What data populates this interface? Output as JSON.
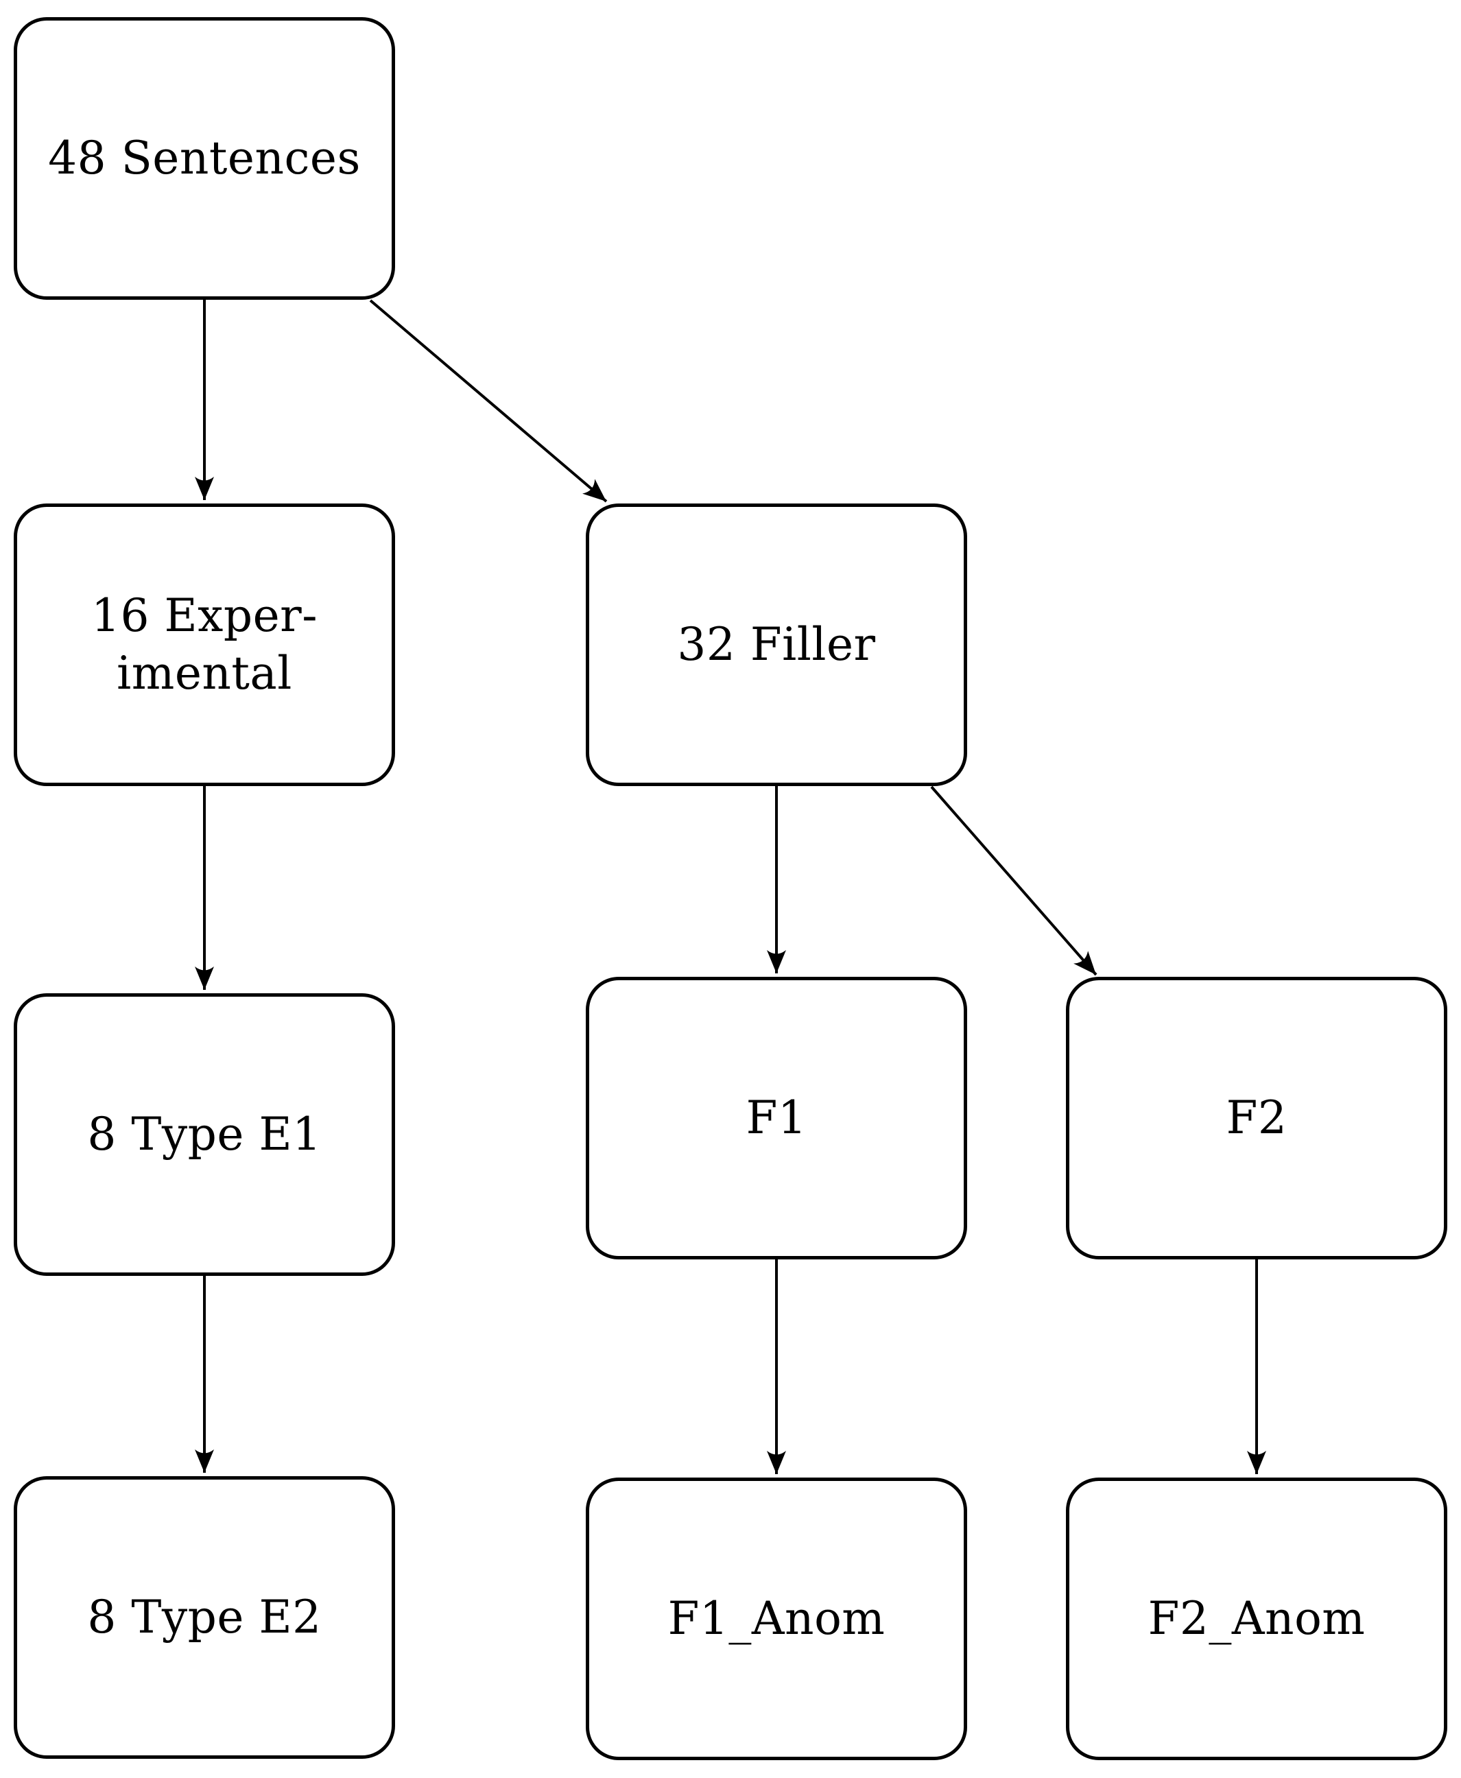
{
  "diagram": {
    "title": "Sentence stimulus composition flowchart",
    "colors": {
      "border": "#000000",
      "background": "#ffffff",
      "text": "#000000",
      "arrow": "#000000"
    },
    "nodes": [
      {
        "id": "sentences",
        "label": "48 Sentences"
      },
      {
        "id": "experimental",
        "label": "16 Exper-\nimental"
      },
      {
        "id": "filler",
        "label": "32 Filler"
      },
      {
        "id": "type-e1",
        "label": "8 Type E1"
      },
      {
        "id": "f1",
        "label": "F1"
      },
      {
        "id": "f2",
        "label": "F2"
      },
      {
        "id": "type-e2",
        "label": "8 Type E2"
      },
      {
        "id": "f1-anom",
        "label": "F1_Anom"
      },
      {
        "id": "f2-anom",
        "label": "F2_Anom"
      }
    ],
    "edges": [
      {
        "from": "sentences",
        "to": "experimental"
      },
      {
        "from": "sentences",
        "to": "filler"
      },
      {
        "from": "experimental",
        "to": "type-e1"
      },
      {
        "from": "type-e1",
        "to": "type-e2"
      },
      {
        "from": "filler",
        "to": "f1"
      },
      {
        "from": "filler",
        "to": "f2"
      },
      {
        "from": "f1",
        "to": "f1-anom"
      },
      {
        "from": "f2",
        "to": "f2-anom"
      }
    ]
  }
}
